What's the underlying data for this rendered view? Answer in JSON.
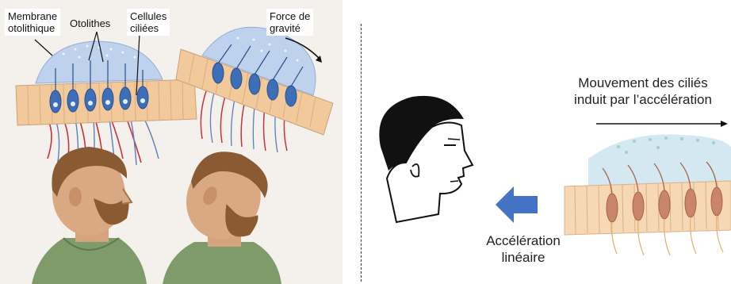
{
  "left_panel": {
    "labels": {
      "membrane": "Membrane\notolithique",
      "otoliths": "Otolithes",
      "hair_cells": "Cellules\nciliées",
      "gravity": "Force de\ngravité"
    }
  },
  "right_panel": {
    "cilia_movement": "Mouvement des ciliés\ninduit par l’accélération",
    "acceleration": "Accélération\nlinéaire"
  },
  "colors": {
    "arrow_blue": "#4472c4",
    "tissue": "#f2c99b",
    "membrane": "#b9cfee",
    "cell": "#3d6fb8",
    "nerve_red": "#c8323a"
  }
}
